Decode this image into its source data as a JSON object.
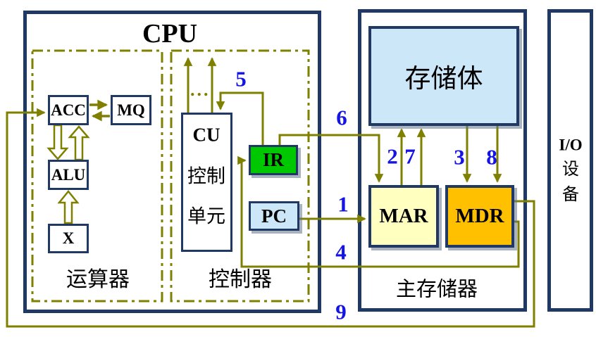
{
  "cpu": {
    "title": "CPU",
    "operator_unit": {
      "label": "运算器",
      "acc": "ACC",
      "mq": "MQ",
      "alu": "ALU",
      "x": "X"
    },
    "control_unit": {
      "label": "控制器",
      "cu_abbr": "CU",
      "cu_word1": "控制",
      "cu_word2": "单元",
      "ir": "IR",
      "pc": "PC",
      "dots": "..."
    }
  },
  "memory": {
    "label": "主存储器",
    "bank": "存储体",
    "mar": "MAR",
    "mdr": "MDR"
  },
  "io": {
    "line1": "I/O",
    "line2": "设",
    "line3": "备"
  },
  "steps": {
    "n1": "1",
    "n2": "2",
    "n3": "3",
    "n4": "4",
    "n5": "5",
    "n6": "6",
    "n7": "7",
    "n8": "8",
    "n9": "9"
  },
  "colors": {
    "border_navy": "#1f3864",
    "connector_olive": "#7f7f00",
    "step_blue": "#1414e6",
    "ir_green": "#00c800",
    "light_blue": "#cbe7f8",
    "mar_yellow": "#ffffc0",
    "mdr_orange": "#ffc000"
  }
}
